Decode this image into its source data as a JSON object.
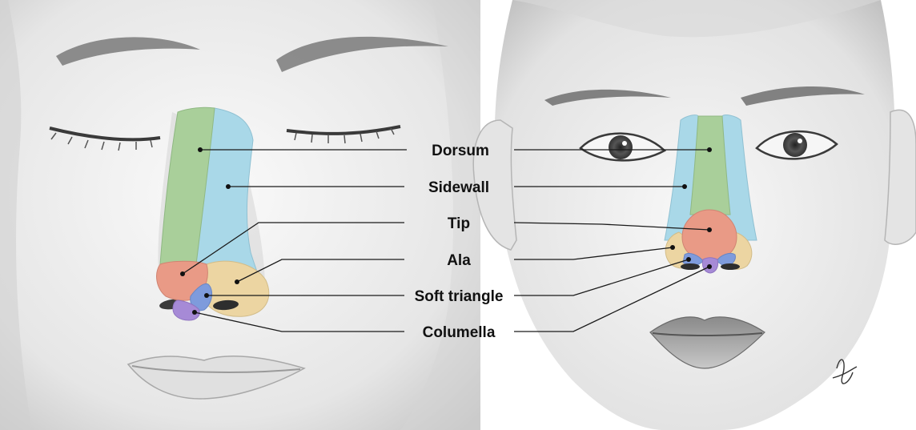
{
  "labels": {
    "dorsum": "Dorsum",
    "sidewall": "Sidewall",
    "tip": "Tip",
    "ala": "Ala",
    "soft_triangle": "Soft triangle",
    "columella": "Columella"
  },
  "colors": {
    "dorsum": "#a9cf9a",
    "sidewall": "#a9d8e8",
    "tip": "#e99a86",
    "ala": "#ecd5a2",
    "soft_triangle": "#7e9bdc",
    "columella": "#a68ad6",
    "leader": "#1a1a1a",
    "skin_light": "#f4f4f4",
    "skin_shadow": "#c9c9c9"
  }
}
